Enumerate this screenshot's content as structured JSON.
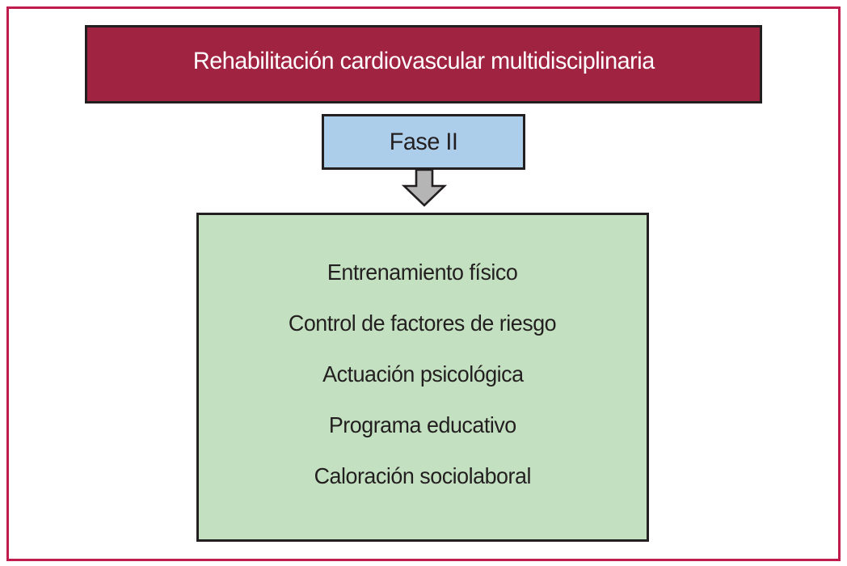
{
  "figure": {
    "header": {
      "title": "Rehabilitación cardiovascular multidisciplinaria"
    },
    "phase": {
      "label": "Fase II"
    },
    "connector": {
      "icon": "arrow-down",
      "direction": "down"
    },
    "content": {
      "items": [
        "Entrenamiento físico",
        "Control de factores de riesgo",
        "Actuación psicológica",
        "Programa educativo",
        "Caloración sociolaboral"
      ]
    }
  },
  "colors": {
    "frame_border": "#C01D4E",
    "header_bg": "#A02342",
    "header_text": "#FFFFFF",
    "phase_bg": "#ADCEEB",
    "content_bg": "#C3E1C0",
    "arrow_fill": "#B5B5B5",
    "box_outline": "#231F20",
    "text_dark": "#231F20",
    "background": "#FFFFFF"
  }
}
